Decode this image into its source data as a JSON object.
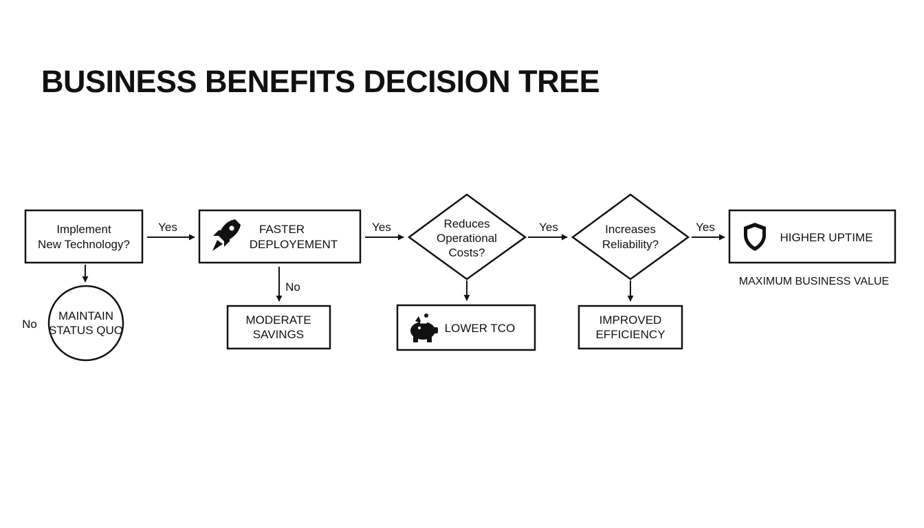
{
  "title": "BUSINESS BENEFITS DECISION TREE",
  "nodes": {
    "implement": {
      "line1": "Implement",
      "line2": "New Technology?"
    },
    "maintain": {
      "line1": "MAINTAIN",
      "line2": "STATUS QUO"
    },
    "faster": {
      "line1": "FASTER",
      "line2": "DEPLOYEMENT",
      "icon": "rocket-icon"
    },
    "moderate": {
      "line1": "MODERATE",
      "line2": "SAVINGS"
    },
    "reduces": {
      "line1": "Reduces",
      "line2": "Operational",
      "line3": "Costs?"
    },
    "lower_tco": {
      "label": "LOWER TCO",
      "icon": "piggy-bank-icon"
    },
    "increases": {
      "line1": "Increases",
      "line2": "Reliability?"
    },
    "improved": {
      "line1": "IMPROVED",
      "line2": "EFFICIENCY"
    },
    "uptime": {
      "label": "HIGHER UPTIME",
      "icon": "shield-icon"
    }
  },
  "edge_labels": {
    "implement_yes": "Yes",
    "implement_no": "No",
    "faster_no": "No",
    "faster_yes": "Yes",
    "reduces_yes": "Yes",
    "increases_yes": "Yes"
  },
  "caption": "MAXIMUM BUSINESS VALUE"
}
